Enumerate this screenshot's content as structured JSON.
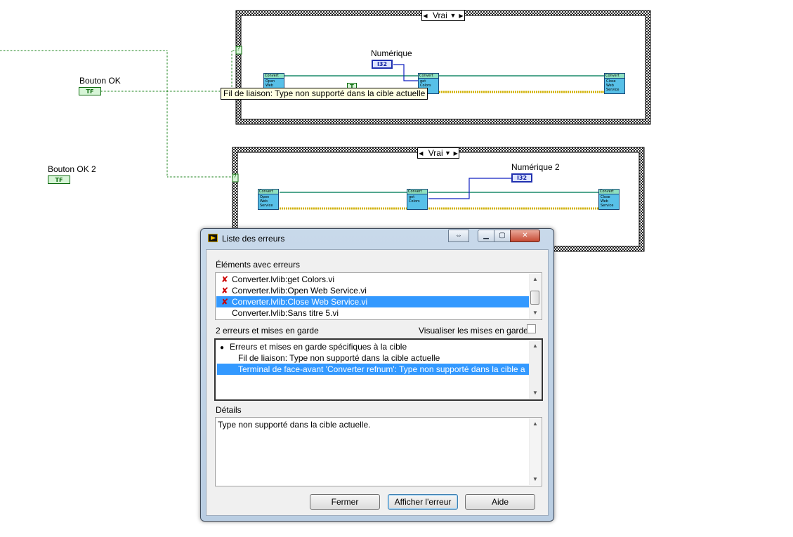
{
  "diagram": {
    "case1_selector": "Vrai",
    "case2_selector": "Vrai",
    "numerique1_label": "Numérique",
    "numerique2_label": "Numérique 2",
    "i32_label": "I32",
    "bouton_ok_label": "Bouton OK",
    "bouton_ok2_label": "Bouton OK 2",
    "tf_label": "TF",
    "bool_const": "T",
    "tooltip": "Fil de liaison: Type non supporté dans la cible actuelle",
    "vi_header": "Convert",
    "vi_open": [
      "Open",
      "Web",
      "Service"
    ],
    "vi_get": [
      "get",
      "Colors"
    ],
    "vi_close": [
      "Close",
      "Web",
      "Service"
    ],
    "terminal_mark": "?"
  },
  "dialog": {
    "title": "Liste des erreurs",
    "items_label": "Éléments avec erreurs",
    "items": [
      {
        "text": "Converter.lvlib:get Colors.vi",
        "error": true,
        "selected": false
      },
      {
        "text": "Converter.lvlib:Open Web Service.vi",
        "error": true,
        "selected": false
      },
      {
        "text": "Converter.lvlib:Close Web Service.vi",
        "error": true,
        "selected": true
      },
      {
        "text": "Converter.lvlib:Sans titre 5.vi",
        "error": false,
        "selected": false
      }
    ],
    "count_label": "2 erreurs et mises en garde",
    "show_warnings_label": "Visualiser les mises en garde",
    "tree": {
      "root": "Erreurs et mises en garde spécifiques à la cible",
      "children": [
        {
          "text": "Fil de liaison: Type non supporté dans la cible actuelle",
          "selected": false
        },
        {
          "text": "Terminal de face-avant 'Converter refnum': Type non supporté dans la cible a",
          "selected": true
        }
      ]
    },
    "details_label": "Détails",
    "details_text": "Type non supporté dans la cible actuelle.",
    "buttons": {
      "close": "Fermer",
      "show_error": "Afficher l'erreur",
      "help": "Aide"
    }
  },
  "colors": {
    "wire_dotted": "#0a7a0a",
    "refnum_wire": "#1a8a6a",
    "error_wire": "#d0b000",
    "int_wire": "#1020c0",
    "selection": "#3399ff"
  }
}
